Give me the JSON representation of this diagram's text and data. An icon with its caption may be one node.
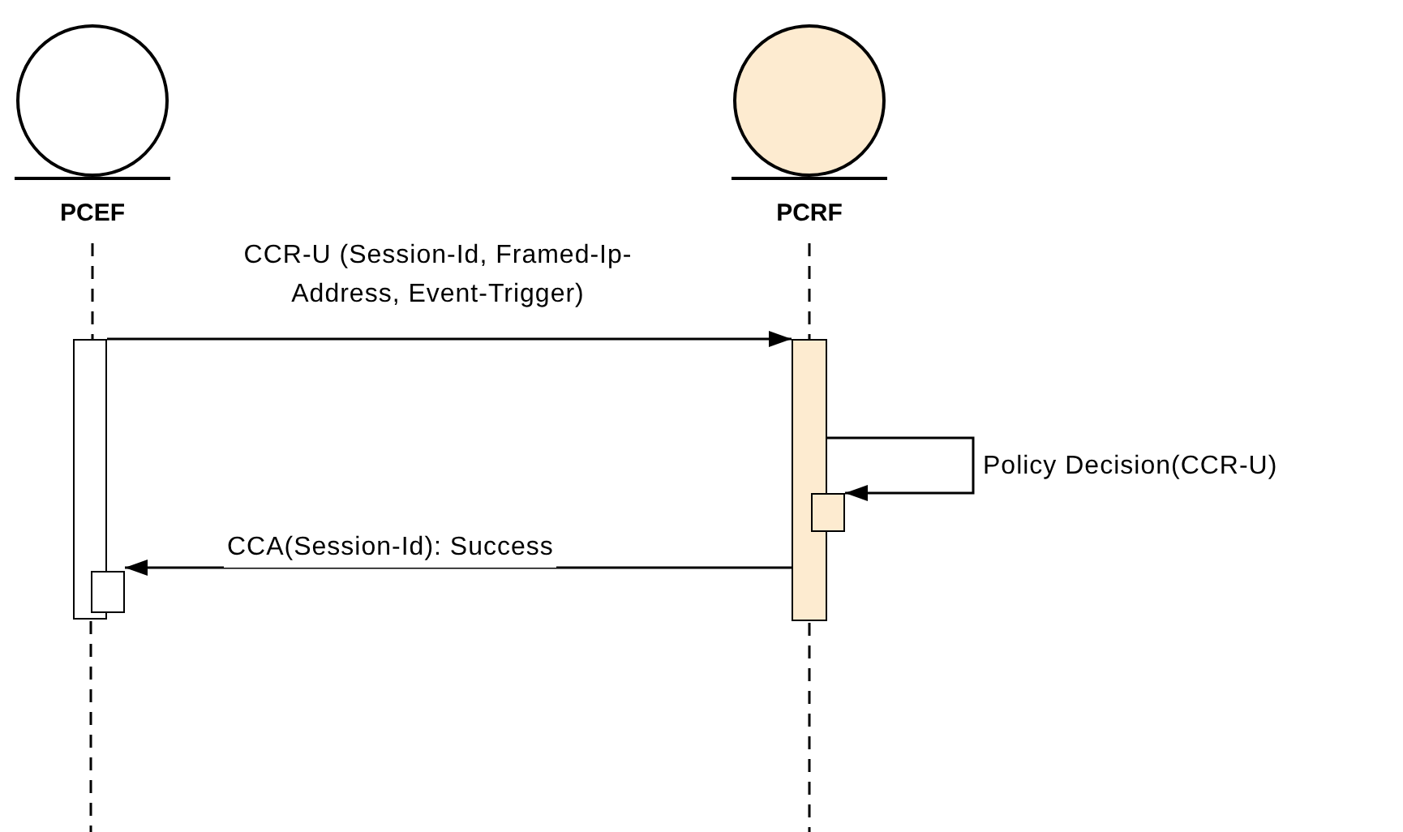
{
  "diagram": {
    "nodes": [
      {
        "text": [
          "PCEF"
        ]
      },
      {
        "text": [
          "PCRF"
        ]
      },
      {
        "text": [],
        "shape": "box"
      },
      {
        "text": [],
        "shape": "box"
      },
      {
        "text": [],
        "shape": "box"
      },
      {
        "text": [],
        "shape": "box"
      }
    ],
    "edges": [
      {
        "from": 0,
        "to": 2,
        "arrow": "none",
        "style": "dashed"
      },
      {
        "from": 1,
        "to": 3,
        "arrow": "none",
        "style": "dashed"
      },
      {
        "from": 2,
        "to": 3,
        "arrow": "to",
        "label": "CCR-U (Session-Id, Framed-Ip-Address, Event-Trigger)"
      },
      {
        "from": 3,
        "to": 4,
        "arrow": "to",
        "label": "Policy Decision(CCR-U)"
      },
      {
        "from": 3,
        "to": 5,
        "arrow": "to",
        "label": "CCA(Session-Id): Success"
      }
    ]
  }
}
